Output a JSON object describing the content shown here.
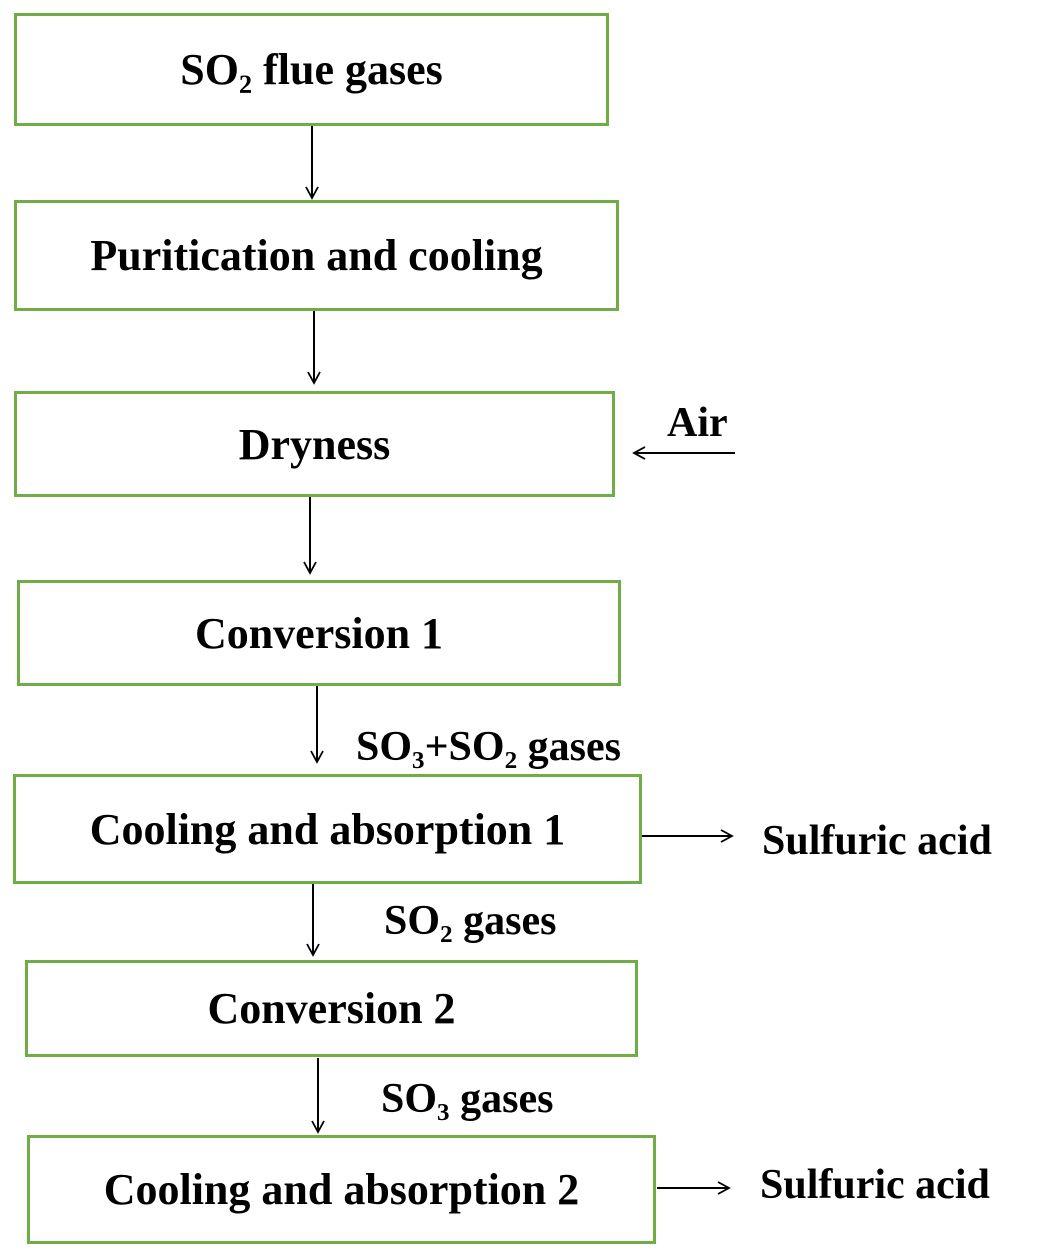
{
  "colors": {
    "box_border": "#70ad47",
    "arrow": "#000000"
  },
  "steps": [
    {
      "label": "SO₂ flue gases"
    },
    {
      "label": "Puritication and cooling"
    },
    {
      "label": "Dryness"
    },
    {
      "label": "Conversion 1"
    },
    {
      "label": "Cooling and absorption 1"
    },
    {
      "label": "Conversion 2"
    },
    {
      "label": "Cooling and absorption 2"
    }
  ],
  "inputs": {
    "air": "Air"
  },
  "flows": {
    "conv1_out": "SO₃+SO₂ gases",
    "abs1_out": "SO₂ gases",
    "conv2_out": "SO₃ gases"
  },
  "products": {
    "acid1": "Sulfuric acid",
    "acid2": "Sulfuric acid"
  }
}
